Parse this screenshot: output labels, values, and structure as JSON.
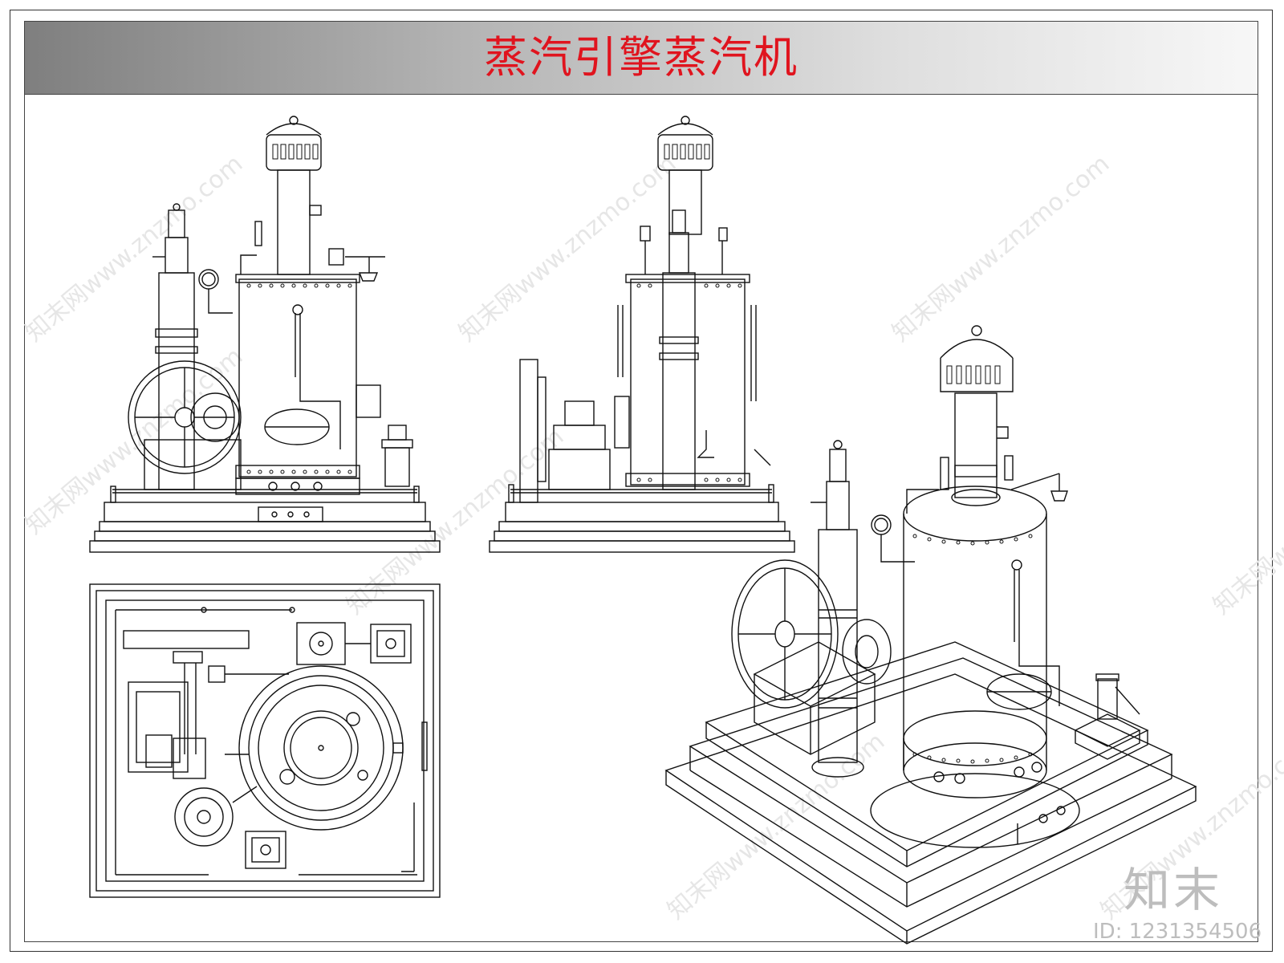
{
  "title": "蒸汽引擎蒸汽机",
  "logo_text": "知末",
  "id_text": "ID: 1231354506",
  "watermark_text": "知末网www.znzmo.com",
  "colors": {
    "title": "#e0141e",
    "line": "#111111",
    "watermark": "#e6e6e6"
  }
}
